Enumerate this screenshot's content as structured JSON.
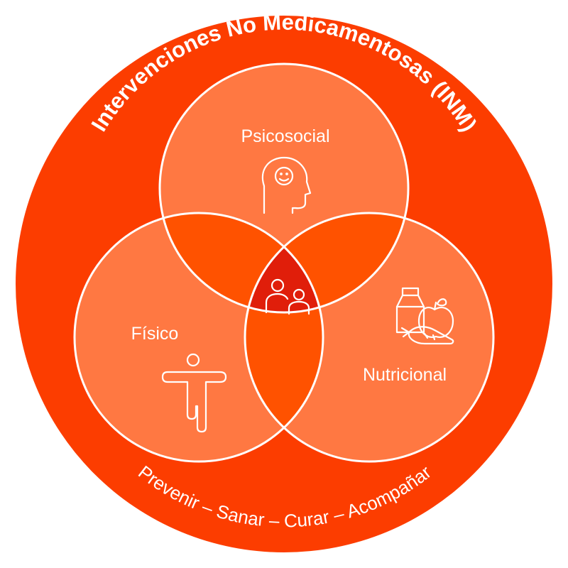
{
  "diagram": {
    "outer_title": "Intervenciones No Medicamentosas (INM)",
    "bottom_text": "Prevenir – Sanar – Curar – Acompañar",
    "circles": [
      {
        "id": "psicosocial",
        "label": "Psicosocial",
        "icon": "head-smile-icon"
      },
      {
        "id": "fisico",
        "label": "Físico",
        "icon": "person-stretching-icon"
      },
      {
        "id": "nutricional",
        "label": "Nutricional",
        "icon": "food-icon"
      }
    ],
    "center_icon": "family-icon",
    "colors": {
      "outer": "#FC3D00",
      "circle_fill": "#FF7842",
      "pair_overlap": "#FF5200",
      "center": "#E01E0A",
      "line": "#FFFFFF",
      "text": "#FFFFFF"
    }
  }
}
